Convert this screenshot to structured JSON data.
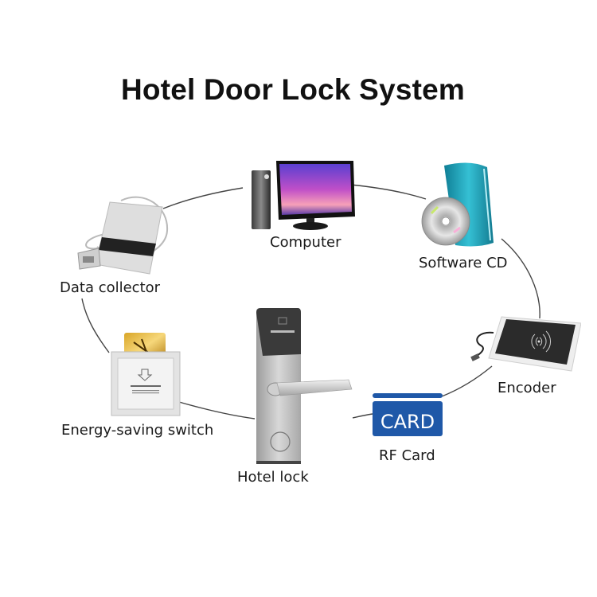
{
  "title": "Hotel Door Lock System",
  "nodes": {
    "computer": {
      "label": "Computer"
    },
    "software_cd": {
      "label": "Software CD"
    },
    "encoder": {
      "label": "Encoder"
    },
    "rf_card": {
      "label": "RF Card",
      "card_text": "CARD"
    },
    "hotel_lock": {
      "label": "Hotel lock"
    },
    "energy_switch": {
      "label": "Energy-saving switch"
    },
    "data_collector": {
      "label": "Data collector"
    }
  },
  "colors": {
    "card_blue": "#1f58a8",
    "cd_box_teal": "#1e9bb3",
    "ring_line": "#444444"
  }
}
